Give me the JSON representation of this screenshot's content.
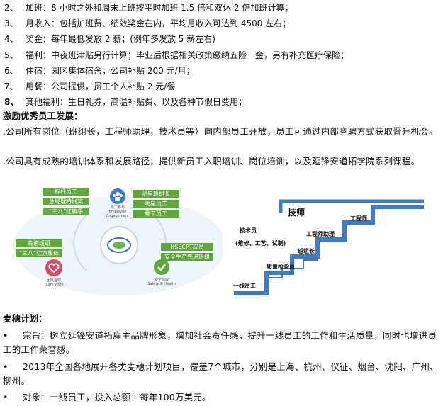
{
  "benefits": [
    {
      "num": "2、",
      "text": "加班：8 小时之外和周末上班按平时加班 1.5 倍和双休 2 倍加班计算；"
    },
    {
      "num": "3、",
      "text": "月收入：包括加班费、绩效奖金在内，平均月收入可达到 4500 左右；"
    },
    {
      "num": "4、",
      "text": "奖金：每年最低发放 2 薪；(例年多发放 5 薪左右)"
    },
    {
      "num": "5、",
      "text": "福利：中夜班津贴另行计算；毕业后根据相关政策缴纳五险一金，另有补充医疗保险；"
    },
    {
      "num": "6、",
      "text": "住宿：园区集体宿舍，公司补贴 200 元/月；"
    },
    {
      "num": "7、",
      "text": "用餐：公司提供，员工个人补贴 2 元/餐"
    },
    {
      "num": "8、",
      "text": "其他福利：生日礼券，高温补贴费、以及各种节假日费用；"
    }
  ],
  "dev_heading": "激励优秀员工发展：",
  "dev_paras": [
    ".公司所有岗位（班组长，工程师助理，技术员等）向内部员工开放，员工可通过内部竞聘方式获取晋升机会。",
    ".公司具有成熟的培训体系和发展路径，提供新员工入职培训、岗位培训，以及延锋安道拓学院系列课程。"
  ],
  "figure": {
    "top_left": [
      "标杆员工",
      "总经理特别奖",
      "“三八”红旗手"
    ],
    "top_right": [
      "明星班组长",
      "明星员工",
      "骨干员工"
    ],
    "left": [
      "先进班组",
      "“三八”红旗集体"
    ],
    "right": [
      "HSECPT成员",
      "安全生产先进班组"
    ],
    "cat_engage": "员工参与",
    "cat_engage_en": "Employee Engagement",
    "cat_team": "团队合作",
    "cat_team_en": "Team Work",
    "cat_safety": "安全健康",
    "cat_safety_en": "Safety & Health",
    "stairs": {
      "level1": "一线员工",
      "level2": "质量检验员",
      "level3": "班组长",
      "level4": "工程师助理",
      "level5": "工程师",
      "tech": "技术员",
      "tech_sub": "(维修、工艺、试制)",
      "master": "技师"
    },
    "colors": {
      "green": "#5fa83a",
      "blue": "#3d7cc9",
      "red": "#d84a5f"
    }
  },
  "plan_heading": "麦穗计划：",
  "plan_items": [
    "宗旨：树立延锋安道拓雇主品牌形象，增加社会责任感，提升一线员工的工作和生活质量，同时也增进员工的工作荣誉感。",
    "2013年全国各地展开各类麦穗计划项目，覆盖7个城市，分别是上海、杭州、仪征、烟台、沈阳、广州、柳州。",
    "对象：一线员工，投入总额：每年100万美元。"
  ],
  "bullet": "•"
}
